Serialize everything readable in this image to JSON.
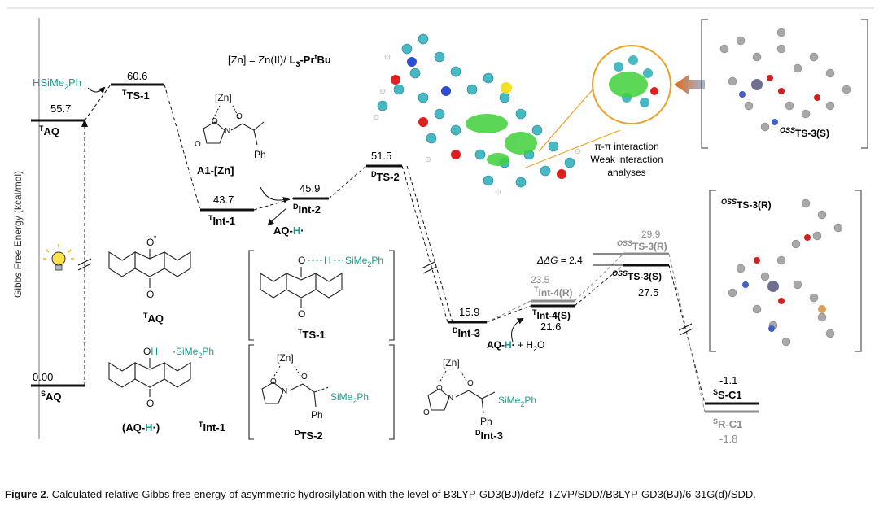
{
  "axis": {
    "ylabel": "Gibbs Free Energy (kcal/mol)"
  },
  "reagent": "HSiMe",
  "zinc_note": {
    "prefix": "[Zn] = Zn(II)/ ",
    "ligand": "L",
    "sub": "3",
    "mid": "-Pr",
    "sup": "t",
    "end": "Bu"
  },
  "levels": [
    {
      "id": "SAQ",
      "energy": "0.00",
      "pre": "S",
      "main": "AQ"
    },
    {
      "id": "TAQ",
      "energy": "55.7",
      "pre": "T",
      "main": "AQ"
    },
    {
      "id": "TTS1",
      "energy": "60.6",
      "pre": "T",
      "main": "TS-1"
    },
    {
      "id": "TInt1",
      "energy": "43.7",
      "pre": "T",
      "main": "Int-1"
    },
    {
      "id": "DInt2",
      "energy": "45.9",
      "pre": "D",
      "main": "Int-2"
    },
    {
      "id": "DTS2",
      "energy": "51.5",
      "pre": "D",
      "main": "TS-2"
    },
    {
      "id": "DInt3",
      "energy": "15.9",
      "pre": "D",
      "main": "Int-3"
    },
    {
      "id": "TInt4R",
      "energy": "23.5",
      "pre": "T",
      "main": "Int-4(R)"
    },
    {
      "id": "TInt4S",
      "energy": "21.6",
      "pre": "T",
      "main": "Int-4(S)"
    },
    {
      "id": "TS3R",
      "energy": "29.9",
      "pre": "OSS",
      "main": "TS-3(R)"
    },
    {
      "id": "TS3S",
      "energy": "27.5",
      "pre": "OSS",
      "main": "TS-3(S)"
    },
    {
      "id": "SC1",
      "energy": "-1.1",
      "pre": "S",
      "main": "S-C1"
    },
    {
      "id": "RC1",
      "energy": "-1.8",
      "pre": "S",
      "main": "R-C1"
    }
  ],
  "ddg": {
    "label": "ΔΔG",
    "value": "= 2.4"
  },
  "annotations": {
    "aqh": "AQ-H·",
    "aqh_water": "AQ-H· + H",
    "water_o": "O",
    "pi": "π-π interaction",
    "weak": "Weak interaction",
    "analyses": "analyses"
  },
  "structures": {
    "zn": "[Zn]",
    "a1": "A1-[Zn]",
    "ph": "Ph",
    "o": "O",
    "n": "N",
    "oh": "OH",
    "si": "SiMe",
    "aqh_paren": "(AQ-H·)",
    "h": "H"
  },
  "caption": {
    "label": "Figure 2",
    "text": ". Calculated relative Gibbs free energy of asymmetric hydrosilylation with the level of B3LYP-GD3(BJ)/def2-TZVP/SDD//B3LYP-GD3(BJ)/6-31G(d)/SDD."
  },
  "colors": {
    "teal": "#1a9b8a",
    "gray": "#8c8c8c",
    "orange": "#f0a020",
    "arrow": "#d9722a"
  }
}
